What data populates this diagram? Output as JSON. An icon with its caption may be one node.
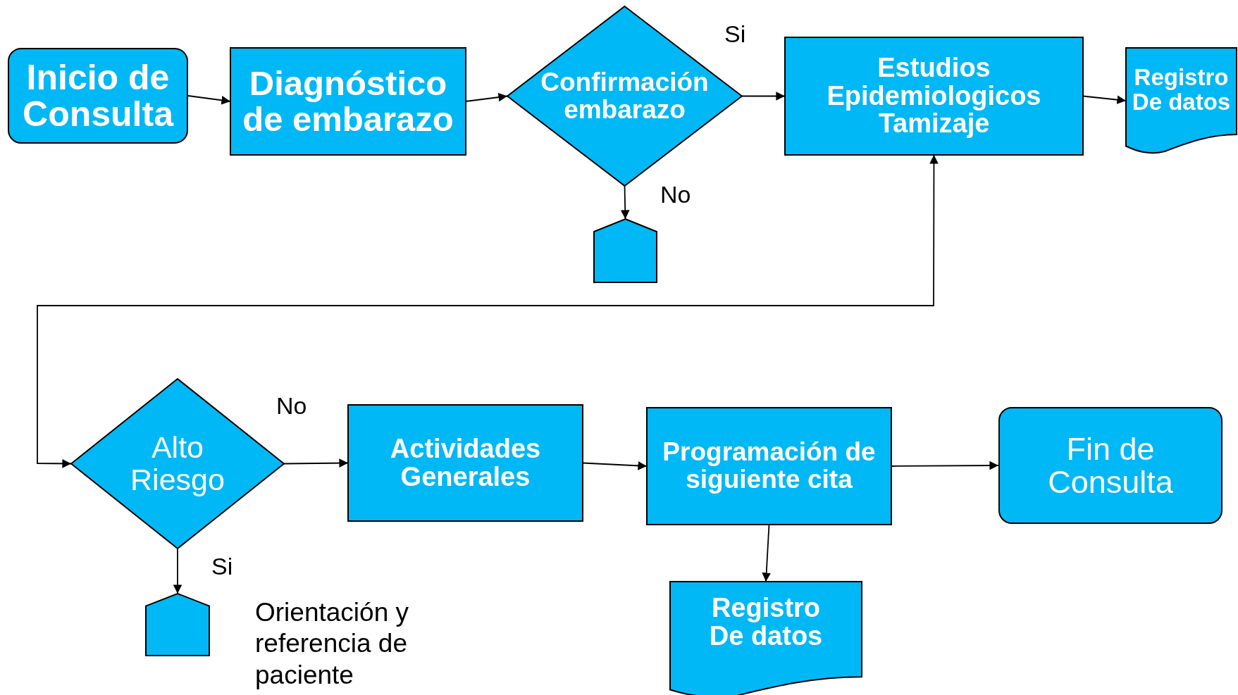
{
  "diagram": {
    "nodes": [
      {
        "text": [
          "Inicio de Consulta"
        ]
      },
      {
        "text": [
          "Diagnóstico de embarazo"
        ]
      },
      {
        "text": [
          "Confirmación embarazo"
        ]
      },
      {
        "text": [
          "Estudios Epidemiologicos Tamizaje"
        ]
      },
      {
        "text": [
          "Registro De datos"
        ]
      },
      {
        "text": [],
        "shape": "pentagon"
      },
      {
        "text": [
          "Alto Riesgo"
        ]
      },
      {
        "text": [
          "Actividades Generales"
        ]
      },
      {
        "text": [
          "Programación de siguiente cita"
        ]
      },
      {
        "text": [
          "Fin de Consulta"
        ]
      },
      {
        "text": [],
        "shape": "pentagon",
        "beside": [
          "Orientación y referencia de paciente"
        ]
      },
      {
        "text": [
          "Registro De datos"
        ]
      }
    ],
    "edges": [
      {
        "from": 0,
        "to": 1,
        "arrow": "to"
      },
      {
        "from": 1,
        "to": 2,
        "arrow": "to"
      },
      {
        "from": 2,
        "to": 3,
        "arrow": "to",
        "label": "Si"
      },
      {
        "from": 2,
        "to": 5,
        "arrow": "to",
        "label": "No"
      },
      {
        "from": 3,
        "to": 4,
        "arrow": "to"
      },
      {
        "from": 3,
        "to": 6,
        "arrow": "both"
      },
      {
        "from": 6,
        "to": 7,
        "arrow": "to",
        "label": "No"
      },
      {
        "from": 6,
        "to": 10,
        "arrow": "to",
        "label": "Si"
      },
      {
        "from": 7,
        "to": 8,
        "arrow": "to"
      },
      {
        "from": 8,
        "to": 9,
        "arrow": "to"
      },
      {
        "from": 8,
        "to": 11,
        "arrow": "to"
      }
    ]
  }
}
